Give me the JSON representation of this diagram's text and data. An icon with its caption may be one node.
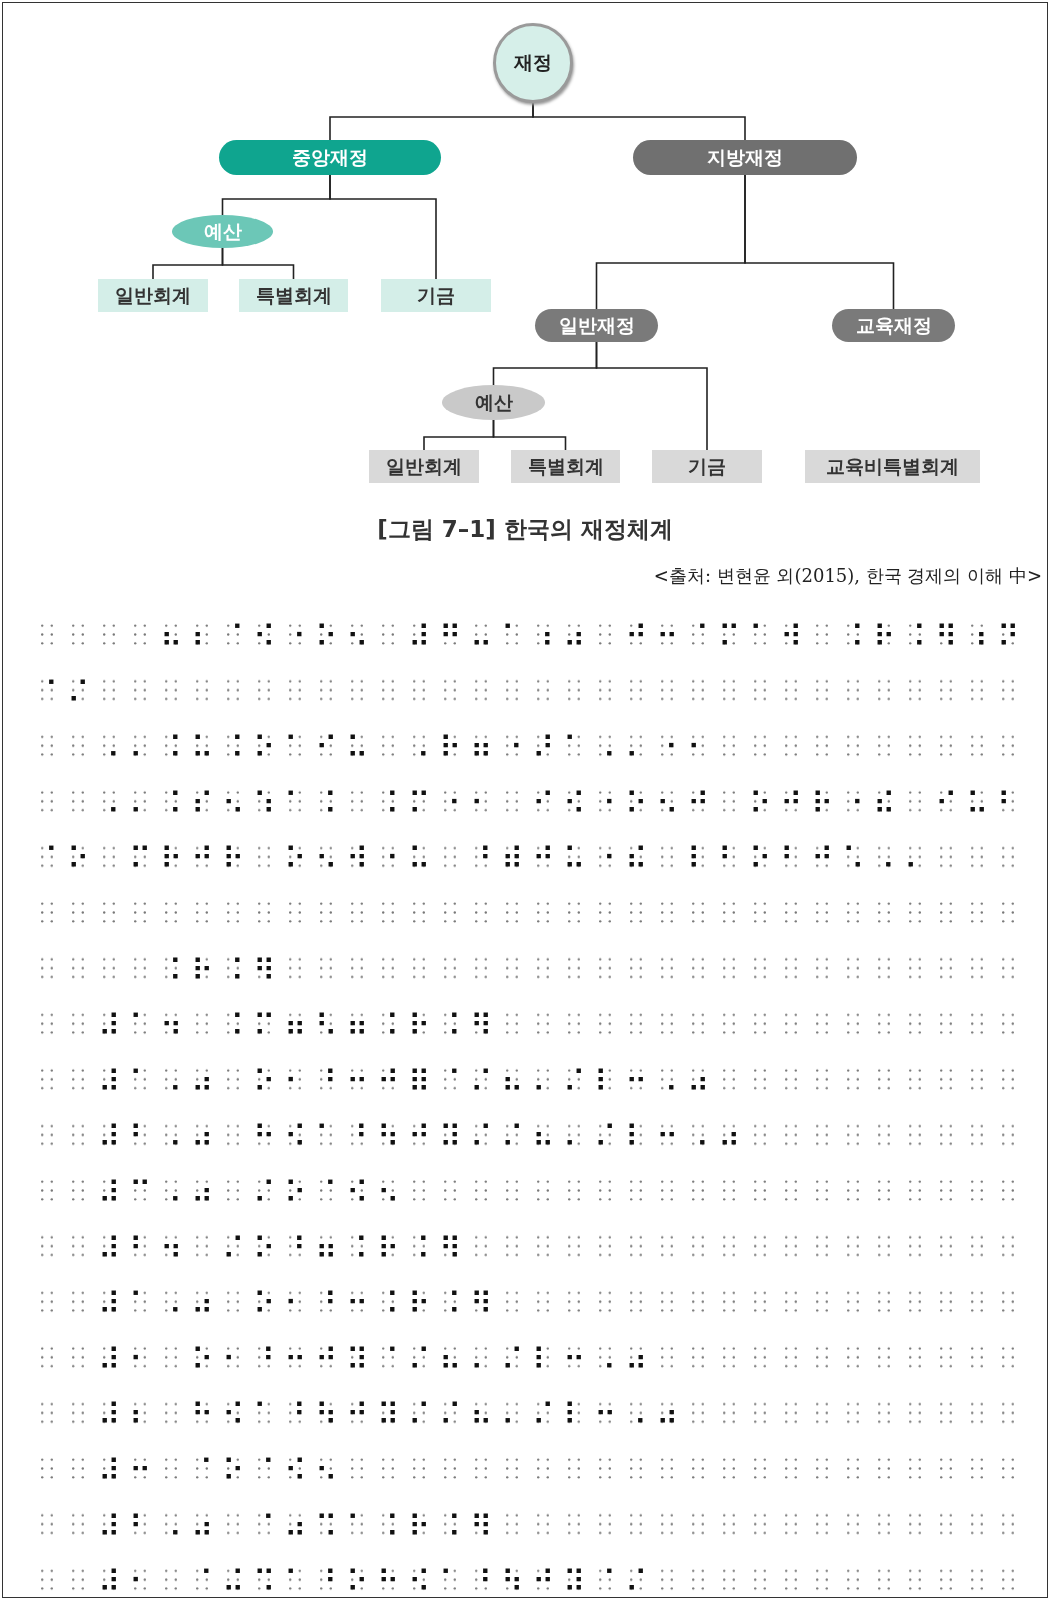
{
  "diagram": {
    "caption": "[그림 7–1] 한국의 재정체계",
    "nodes": [
      {
        "text": [
          "재정"
        ]
      },
      {
        "text": [
          "중앙재정"
        ]
      },
      {
        "text": [
          "지방재정"
        ]
      },
      {
        "text": [
          "예산"
        ]
      },
      {
        "text": [
          "일반회계"
        ]
      },
      {
        "text": [
          "특별회계"
        ]
      },
      {
        "text": [
          "기금"
        ]
      },
      {
        "text": [
          "일반재정"
        ]
      },
      {
        "text": [
          "교육재정"
        ]
      },
      {
        "text": [
          "예산"
        ]
      },
      {
        "text": [
          "일반회계"
        ]
      },
      {
        "text": [
          "특별회계"
        ]
      },
      {
        "text": [
          "기금"
        ]
      },
      {
        "text": [
          "교육비특별회계"
        ]
      }
    ],
    "edges": [
      {
        "from": 0,
        "to": 1,
        "arrow": "none"
      },
      {
        "from": 0,
        "to": 2,
        "arrow": "none"
      },
      {
        "from": 1,
        "to": 3,
        "arrow": "none"
      },
      {
        "from": 1,
        "to": 6,
        "arrow": "none"
      },
      {
        "from": 3,
        "to": 4,
        "arrow": "none"
      },
      {
        "from": 3,
        "to": 5,
        "arrow": "none"
      },
      {
        "from": 2,
        "to": 7,
        "arrow": "none"
      },
      {
        "from": 2,
        "to": 8,
        "arrow": "none"
      },
      {
        "from": 7,
        "to": 9,
        "arrow": "none"
      },
      {
        "from": 7,
        "to": 12,
        "arrow": "none"
      },
      {
        "from": 9,
        "to": 10,
        "arrow": "none"
      },
      {
        "from": 9,
        "to": 11,
        "arrow": "none"
      }
    ],
    "labels": [
      "<출처: 변현윤 외(2015), 한국 경제의 이해 中>",
      "⠦⠆⠈⠪⠐⠕⠢ ⠼⠛⠤⠁⠰⠴ ⠚⠒⠈⠍⠁⠺ ⠨⠗⠨⠻⠰⠝",
      "⠈⠌",
      "⠠⠄⠨⠥⠨⠕⠁⠊⠥ ⠠⠗⠶⠐⠜⠁⠠⠄⠐⠂",
      "⠠⠄⠨⠎⠢⠱⠁⠨ ⠨⠍⠐⠂ ⠊⠪⠐⠕⠢⠚ ⠕⠚⠗⠐⠮ ⠊⠥⠃",
      "⠈⠕ ⠍⠗⠚⠗ ⠕⠢⠺⠐⠥ ⠘⠾⠚⠥⠐⠮ ⠇⠃⠕⠃⠚⠡⠠⠄",
      "⠨⠗⠨⠻",
      "⠼⠁⠲ ⠨⠍⠶⠣⠶⠨⠗⠨⠻",
      "⠼⠁⠠⠴ ⠕⠂⠘⠒⠚⠿⠈⠌⠦⠄⠌⠇⠒⠠⠴",
      "⠼⠃⠠⠴ ⠓⠪⠁⠘⠳⠚⠽⠌⠌⠦⠄⠌⠇⠒⠠⠴",
      "⠼⠉⠠⠴ ⠌⠕⠈⠪⠢",
      "⠼⠃⠲ ⠌⠕⠘⠶⠨⠗⠨⠻",
      "⠼⠁⠠⠴ ⠕⠂⠘⠒⠨⠗⠨⠻",
      "⠼⠂ ⠕⠂⠘⠒⠚⠽⠈⠌⠦⠄⠌⠇⠒⠠⠴",
      "⠼⠆ ⠓⠪⠁⠘⠳⠚⠽⠌⠌⠦⠄⠌⠇⠒⠠⠴",
      "⠼⠒ ⠈⠕⠈⠪⠢",
      "⠼⠃⠠⠴ ⠈⠴⠩⠁⠨⠗⠨⠻",
      "⠼⠂ ⠈⠬⠩⠁⠘⠕⠓⠪⠁⠘⠳⠚⠽⠈⠌"
    ]
  }
}
